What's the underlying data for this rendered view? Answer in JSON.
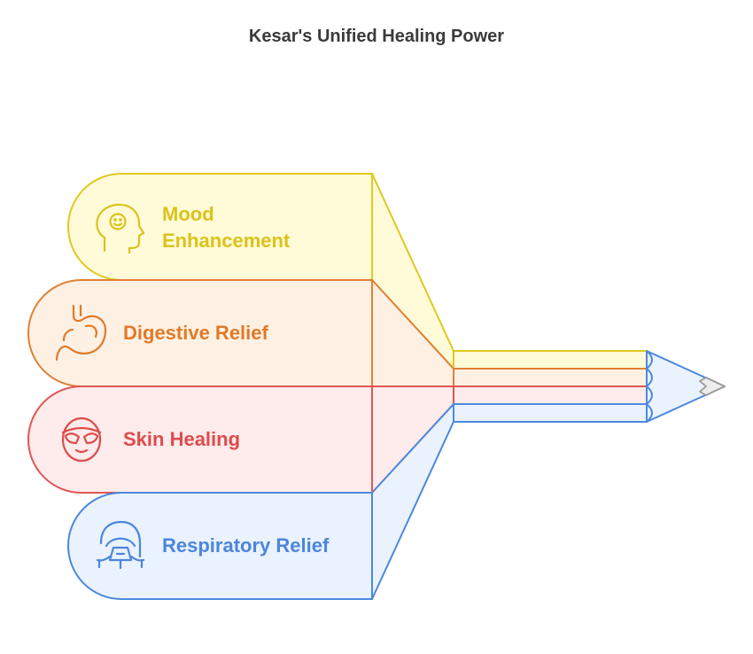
{
  "title": "Kesar's Unified Healing Power",
  "segments": [
    {
      "label": "Mood Enhancement",
      "icon": "head-smile-icon",
      "stroke": "#E0C81E",
      "fill": "#FFFBD8",
      "text_color": "#DCC21A"
    },
    {
      "label": "Digestive Relief",
      "icon": "stomach-icon",
      "stroke": "#E08035",
      "fill": "#FEF1E4",
      "text_color": "#E07A28"
    },
    {
      "label": "Skin Healing",
      "icon": "face-mask-icon",
      "stroke": "#DE5656",
      "fill": "#FEEBEB",
      "text_color": "#DD4C4C"
    },
    {
      "label": "Respiratory Relief",
      "icon": "oxygen-mask-icon",
      "stroke": "#4C88DD",
      "fill": "#EAF2FD",
      "text_color": "#4B86DC"
    }
  ],
  "pencil_tip": {
    "stroke": "#4C88DD",
    "fill": "#EAF2FD",
    "lead_color": "#9A9A9A"
  }
}
